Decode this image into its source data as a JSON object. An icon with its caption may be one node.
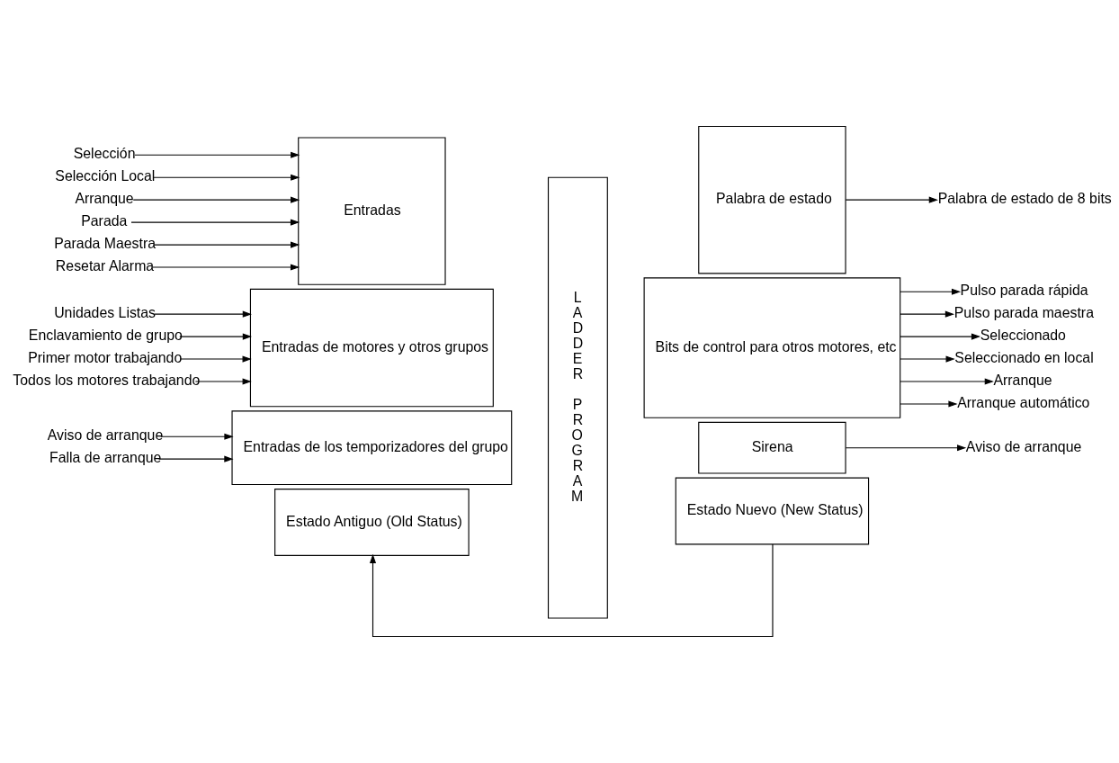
{
  "diagram": {
    "nodes": [
      {
        "text": [
          "Entradas"
        ]
      },
      {
        "text": [
          "Entradas de motores y otros grupos"
        ]
      },
      {
        "text": [
          "Entradas de los temporizadores del grupo"
        ]
      },
      {
        "text": [
          "Estado Antiguo (Old Status)"
        ]
      },
      {
        "text": [
          "LADDER PROGRAM"
        ]
      },
      {
        "text": [
          "Palabra de estado"
        ]
      },
      {
        "text": [
          "Bits de control para otros motores, etc"
        ]
      },
      {
        "text": [
          "Sirena"
        ]
      },
      {
        "text": [
          "Estado Nuevo (New Status)"
        ]
      },
      {
        "text": [
          "Selección"
        ]
      },
      {
        "text": [
          "Selección Local"
        ]
      },
      {
        "text": [
          "Arranque"
        ]
      },
      {
        "text": [
          "Parada"
        ]
      },
      {
        "text": [
          "Parada Maestra"
        ]
      },
      {
        "text": [
          "Resetar Alarma"
        ]
      },
      {
        "text": [
          "Unidades Listas"
        ]
      },
      {
        "text": [
          "Enclavamiento de grupo"
        ]
      },
      {
        "text": [
          "Primer motor trabajando"
        ]
      },
      {
        "text": [
          "Todos los motores trabajando"
        ]
      },
      {
        "text": [
          "Aviso de arranque"
        ]
      },
      {
        "text": [
          "Falla de arranque"
        ]
      },
      {
        "text": [
          "Palabra de estado de 8 bits"
        ]
      },
      {
        "text": [
          "Seleccionado"
        ]
      },
      {
        "text": [
          "Seleccionado en local"
        ]
      },
      {
        "text": [
          "Arranque"
        ]
      },
      {
        "text": [
          "Arranque automático"
        ]
      },
      {
        "text": [
          "Pulso parada rápida"
        ]
      },
      {
        "text": [
          "Pulso parada maestra"
        ]
      },
      {
        "text": [
          "Aviso de arranque"
        ]
      }
    ],
    "edges": [
      {
        "from": 9,
        "to": 0,
        "arrow": "to"
      },
      {
        "from": 10,
        "to": 0,
        "arrow": "to"
      },
      {
        "from": 11,
        "to": 0,
        "arrow": "to"
      },
      {
        "from": 12,
        "to": 0,
        "arrow": "to"
      },
      {
        "from": 13,
        "to": 0,
        "arrow": "to"
      },
      {
        "from": 14,
        "to": 0,
        "arrow": "to"
      },
      {
        "from": 15,
        "to": 1,
        "arrow": "to"
      },
      {
        "from": 16,
        "to": 1,
        "arrow": "to"
      },
      {
        "from": 17,
        "to": 1,
        "arrow": "to"
      },
      {
        "from": 18,
        "to": 1,
        "arrow": "to"
      },
      {
        "from": 19,
        "to": 2,
        "arrow": "to"
      },
      {
        "from": 20,
        "to": 2,
        "arrow": "to"
      },
      {
        "from": 5,
        "to": 21,
        "arrow": "to"
      },
      {
        "from": 6,
        "to": 22,
        "arrow": "to"
      },
      {
        "from": 6,
        "to": 23,
        "arrow": "to"
      },
      {
        "from": 6,
        "to": 24,
        "arrow": "to"
      },
      {
        "from": 6,
        "to": 25,
        "arrow": "to"
      },
      {
        "from": 6,
        "to": 26,
        "arrow": "to"
      },
      {
        "from": 6,
        "to": 27,
        "arrow": "to"
      },
      {
        "from": 7,
        "to": 28,
        "arrow": "to"
      },
      {
        "from": 8,
        "to": 3,
        "arrow": "to"
      }
    ]
  }
}
